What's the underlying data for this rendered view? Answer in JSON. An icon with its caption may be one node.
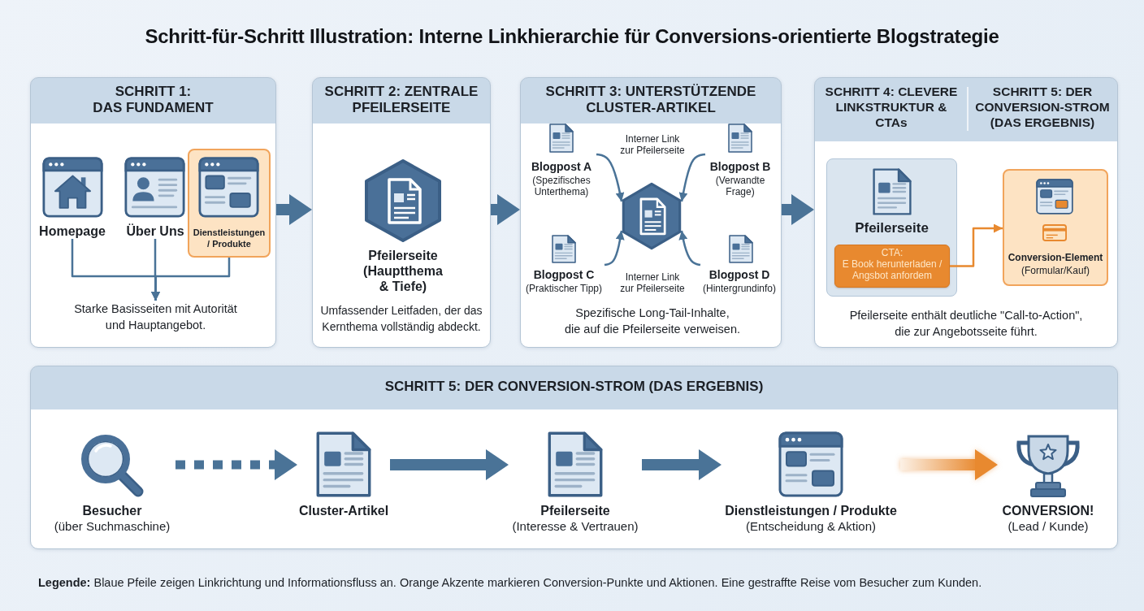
{
  "diagram": {
    "title": "Schritt-für-Schritt Illustration: Interne Linkhierarchie für Conversions-orientierte Blogstrategie",
    "caption": "**Legende:** Blaue Pfeile zeigen Linkrichtung und Informationsfluss an. Orange Akzente markieren Conversion-Punkte und Aktionen. Eine gestraffte Reise vom Besucher zum Kunden.",
    "nodes": [
      {
        "text": [
          "SCHRITT 1: DAS FUNDAMENT"
        ]
      },
      {
        "text": [
          "Homepage"
        ],
        "in": 0
      },
      {
        "text": [
          "Über Uns"
        ],
        "in": 0
      },
      {
        "text": [
          "Dienstleistungen / Produkte"
        ],
        "in": 0
      },
      {
        "text": [
          "Starke Basisseiten mit Autorität und Hauptangebot."
        ],
        "in": 0
      },
      {
        "text": [
          "SCHRITT 2: ZENTRALE PFEILERSEITE",
          "Umfassender Leitfaden, der das Kernthema vollständig abdeckt."
        ]
      },
      {
        "text": [
          "Pfeilerseite (Hauptthema & Tiefe)"
        ],
        "in": 5
      },
      {
        "text": [
          "SCHRITT 3: UNTERSTÜTZENDE CLUSTER-ARTIKEL",
          "Spezifische Long-Tail-Inhalte, die auf die Pfeilerseite verweisen."
        ]
      },
      {
        "text": [
          "Blogpost A",
          "(Spezifisches Unterthema)"
        ],
        "in": 7
      },
      {
        "text": [
          "Blogpost B",
          "(Verwandte Frage)"
        ],
        "in": 7
      },
      {
        "text": [],
        "shape": "hexagon",
        "in": 7
      },
      {
        "text": [
          "Blogpost C",
          "(Praktischer Tipp)"
        ],
        "in": 7
      },
      {
        "text": [
          "Blogpost D",
          "(Hintergrundinfo)"
        ],
        "in": 7
      },
      {
        "text": [
          "SCHRITT 4: CLEVERE LINKSTRUKTUR & CTAs",
          "SCHRITT 5: DER CONVERSION-STROM (DAS ERGEBNIS)",
          "Pfeilerseite enthält deutliche \"Call-to-Action\", die zur Angebotsseite führt."
        ]
      },
      {
        "text": [
          "Pfeilerseite"
        ],
        "in": 13
      },
      {
        "text": [
          "CTA:",
          "E Book herunterladen / Angsbot anfordem"
        ],
        "in": 14
      },
      {
        "text": [
          "Conversion-Element",
          "(Formular/Kauf)"
        ],
        "in": 13
      },
      {
        "text": [
          "SCHRITT 5: DER CONVERSION-STROM (DAS ERGEBNIS)"
        ]
      },
      {
        "text": [
          "Besucher",
          "(über Suchmaschine)"
        ],
        "in": 17
      },
      {
        "text": [
          "Cluster-Artikel"
        ],
        "in": 17
      },
      {
        "text": [
          "Pfeilerseite",
          "(Interesse & Vertrauen)"
        ],
        "in": 17
      },
      {
        "text": [
          "Dienstleistungen / Produkte",
          "(Entscheidung & Aktion)"
        ],
        "in": 17
      },
      {
        "text": [
          "CONVERSION!",
          "(Lead / Kunde)"
        ],
        "in": 17
      }
    ],
    "edges": [
      {
        "from": 1,
        "to": 4,
        "arrow": "to"
      },
      {
        "from": 2,
        "to": 4,
        "arrow": "to"
      },
      {
        "from": 3,
        "to": 4,
        "arrow": "to"
      },
      {
        "from": 0,
        "to": 5,
        "arrow": "to",
        "style": "thick"
      },
      {
        "from": 5,
        "to": 7,
        "arrow": "to",
        "style": "thick"
      },
      {
        "from": 7,
        "to": 13,
        "arrow": "to",
        "style": "thick"
      },
      {
        "from": 8,
        "to": 10,
        "arrow": "to"
      },
      {
        "from": 9,
        "to": 10,
        "arrow": "to"
      },
      {
        "from": 11,
        "to": 10,
        "arrow": "to"
      },
      {
        "from": 12,
        "to": 10,
        "arrow": "to"
      },
      {
        "from": 15,
        "to": 16,
        "arrow": "to",
        "color": "#e8892f"
      },
      {
        "from": 18,
        "to": 19,
        "arrow": "to",
        "style": "dashed"
      },
      {
        "from": 19,
        "to": 20,
        "arrow": "to",
        "style": "thick"
      },
      {
        "from": 20,
        "to": 21,
        "arrow": "to",
        "style": "thick"
      },
      {
        "from": 21,
        "to": 22,
        "arrow": "to",
        "style": "thick",
        "color": "#e8892f"
      }
    ],
    "labels": [
      "Interner Link zur Pfeilerseite",
      "Interner Link zur Pfeilerseite"
    ]
  }
}
